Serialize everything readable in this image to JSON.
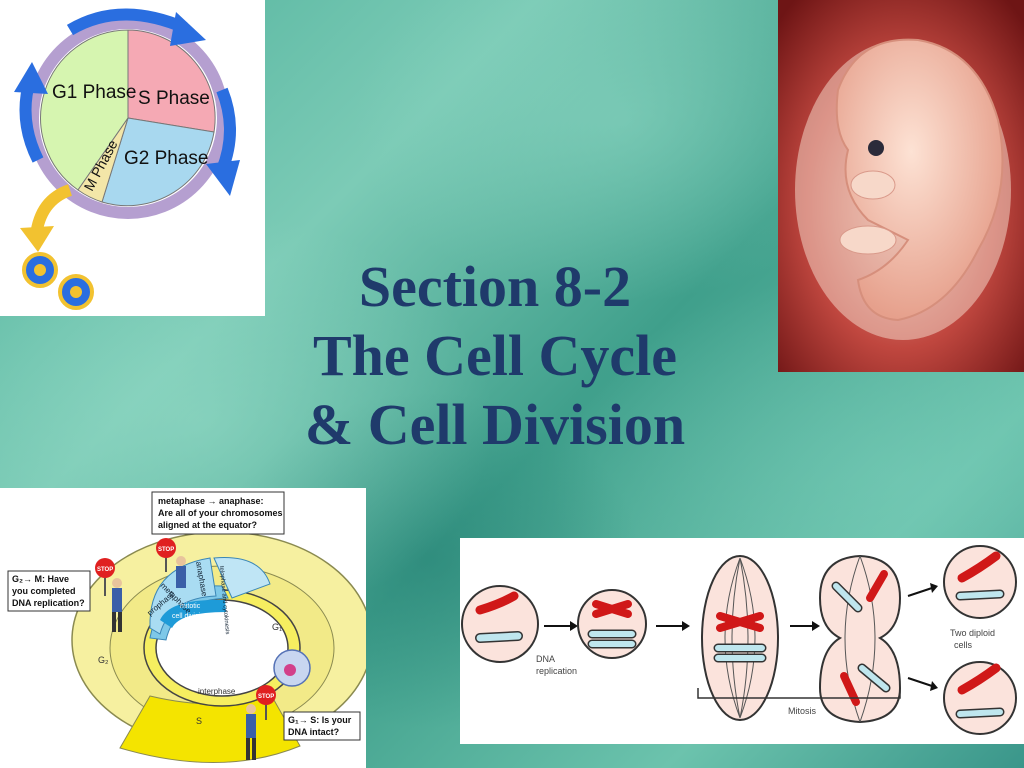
{
  "slide": {
    "title_lines": [
      "Section 8-2",
      "The Cell Cycle",
      "& Cell Division"
    ]
  },
  "cycle_diagram": {
    "labels": {
      "g1": "G1 Phase",
      "s": "S Phase",
      "g2": "G2 Phase",
      "m": "M Phase"
    },
    "colors": {
      "g1": "#d6f5b0",
      "s": "#f5a9b4",
      "g2": "#a8d8ef",
      "m": "#f3e6a8",
      "ring": "#b59fd0",
      "arrow": "#2a6ee0"
    }
  },
  "checkpoint_diagram": {
    "g2m_line1": "G₂→ M: Have",
    "g2m_line2": "you completed",
    "g2m_line3": "DNA replication?",
    "meta_line1": "metaphase → anaphase:",
    "meta_line2": "Are all of your chromosomes",
    "meta_line3": "aligned at the equator?",
    "g1s_line1": "G₁→ S: Is your",
    "g1s_line2": "DNA intact?",
    "stop": "STOP",
    "phases": {
      "prophase": "prophase",
      "metaphase": "metaphase",
      "anaphase": "anaphase",
      "telophase": "telophase and cytokinesis",
      "mitotic": "mitotic",
      "cell_division": "cell division",
      "interphase": "interphase",
      "g1": "G₁",
      "g2": "G₂",
      "s": "S"
    }
  },
  "mitosis_diagram": {
    "dna_replication_1": "DNA",
    "dna_replication_2": "replication",
    "two_diploid_1": "Two diploid",
    "two_diploid_2": "cells",
    "mitosis": "Mitosis"
  }
}
